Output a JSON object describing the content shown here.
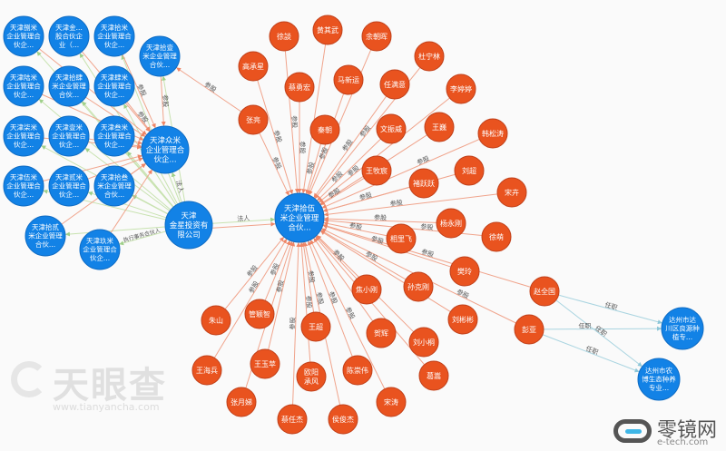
{
  "colors": {
    "person": "#e9531f",
    "person_stroke": "#c0401a",
    "company": "#1282e6",
    "company_stroke": "#0f6cc4",
    "edge_share": "#f0a48c",
    "edge_role": "#a9d4e0",
    "edge_legal": "#c8e2b0"
  },
  "watermark": {
    "brand": "天眼查",
    "url": "www.tianyancha.com"
  },
  "logo": {
    "name": "零镜网",
    "url": "e-tech.com"
  },
  "nodes": [
    {
      "id": "main",
      "type": "company",
      "lines": [
        "天津拾伍",
        "米企业管理",
        "合伙..."
      ]
    },
    {
      "id": "p1",
      "type": "person",
      "lines": [
        "徐談"
      ]
    },
    {
      "id": "p2",
      "type": "person",
      "lines": [
        "黄其武"
      ]
    },
    {
      "id": "p3",
      "type": "person",
      "lines": [
        "余朝晖"
      ]
    },
    {
      "id": "p4",
      "type": "person",
      "lines": [
        "高承星"
      ]
    },
    {
      "id": "p5",
      "type": "person",
      "lines": [
        "蔡勇宏"
      ]
    },
    {
      "id": "p6",
      "type": "person",
      "lines": [
        "马新运"
      ]
    },
    {
      "id": "p7",
      "type": "person",
      "lines": [
        "杜宁林"
      ]
    },
    {
      "id": "p8",
      "type": "person",
      "lines": [
        "任满意"
      ]
    },
    {
      "id": "p9",
      "type": "person",
      "lines": [
        "李婷婷"
      ]
    },
    {
      "id": "p10",
      "type": "person",
      "lines": [
        "张亮"
      ]
    },
    {
      "id": "p11",
      "type": "person",
      "lines": [
        "秦朝"
      ]
    },
    {
      "id": "p12",
      "type": "person",
      "lines": [
        "文振威"
      ]
    },
    {
      "id": "p13",
      "type": "person",
      "lines": [
        "王巍"
      ]
    },
    {
      "id": "p14",
      "type": "person",
      "lines": [
        "韩松涛"
      ]
    },
    {
      "id": "p15",
      "type": "person",
      "lines": [
        "王牧宸"
      ]
    },
    {
      "id": "p16",
      "type": "person",
      "lines": [
        "褚跃跃"
      ]
    },
    {
      "id": "p17",
      "type": "person",
      "lines": [
        "刘超"
      ]
    },
    {
      "id": "p18",
      "type": "person",
      "lines": [
        "宋卉"
      ]
    },
    {
      "id": "p19",
      "type": "person",
      "lines": [
        "杨永刚"
      ]
    },
    {
      "id": "p20",
      "type": "person",
      "lines": [
        "徐萌"
      ]
    },
    {
      "id": "p21",
      "type": "person",
      "lines": [
        "相里飞"
      ]
    },
    {
      "id": "p22",
      "type": "person",
      "lines": [
        "樊玲"
      ]
    },
    {
      "id": "p23",
      "type": "person",
      "lines": [
        "赵全国"
      ]
    },
    {
      "id": "p24",
      "type": "person",
      "lines": [
        "孙克刚"
      ]
    },
    {
      "id": "p25",
      "type": "person",
      "lines": [
        "焦小刚"
      ]
    },
    {
      "id": "p26",
      "type": "person",
      "lines": [
        "刘彬彬"
      ]
    },
    {
      "id": "p27",
      "type": "person",
      "lines": [
        "彭亚"
      ]
    },
    {
      "id": "p28",
      "type": "person",
      "lines": [
        "朱山"
      ]
    },
    {
      "id": "p29",
      "type": "person",
      "lines": [
        "管颖智"
      ]
    },
    {
      "id": "p30",
      "type": "person",
      "lines": [
        "王超"
      ]
    },
    {
      "id": "p31",
      "type": "person",
      "lines": [
        "贺辉"
      ]
    },
    {
      "id": "p32",
      "type": "person",
      "lines": [
        "刘小桐"
      ]
    },
    {
      "id": "p33",
      "type": "person",
      "lines": [
        "王海兵"
      ]
    },
    {
      "id": "p34",
      "type": "person",
      "lines": [
        "王玉苹"
      ]
    },
    {
      "id": "p35",
      "type": "person",
      "lines": [
        "欧阳",
        "承风"
      ]
    },
    {
      "id": "p36",
      "type": "person",
      "lines": [
        "陈崇伟"
      ]
    },
    {
      "id": "p37",
      "type": "person",
      "lines": [
        "葛嵩"
      ]
    },
    {
      "id": "p38",
      "type": "person",
      "lines": [
        "张月娣"
      ]
    },
    {
      "id": "p39",
      "type": "person",
      "lines": [
        "蔡任杰"
      ]
    },
    {
      "id": "p40",
      "type": "person",
      "lines": [
        "侯俊杰"
      ]
    },
    {
      "id": "p41",
      "type": "person",
      "lines": [
        "宋涛"
      ]
    },
    {
      "id": "d1",
      "type": "company",
      "lines": [
        "达州市达",
        "川区良源种",
        "植专..."
      ]
    },
    {
      "id": "d2",
      "type": "company",
      "lines": [
        "达州市农",
        "博生态种养",
        "专业..."
      ]
    },
    {
      "id": "jx",
      "type": "company",
      "lines": [
        "天津",
        "金星投资有",
        "限公司"
      ]
    },
    {
      "id": "zm",
      "type": "company",
      "lines": [
        "天津众米",
        "企业管理合",
        "伙企..."
      ]
    },
    {
      "id": "c1",
      "type": "company",
      "lines": [
        "天津捌米",
        "企业管理合",
        "伙企..."
      ]
    },
    {
      "id": "c2",
      "type": "company",
      "lines": [
        "天津金...",
        "股合伙企",
        "业（..."
      ]
    },
    {
      "id": "c3",
      "type": "company",
      "lines": [
        "天津拾米",
        "企业管理合",
        "伙企..."
      ]
    },
    {
      "id": "c4",
      "type": "company",
      "lines": [
        "天津拾壹",
        "米企业管理",
        "合伙..."
      ]
    },
    {
      "id": "c5",
      "type": "company",
      "lines": [
        "天津陆米",
        "企业管理合",
        "伙企..."
      ]
    },
    {
      "id": "c6",
      "type": "company",
      "lines": [
        "天津拾肆",
        "米企业管理",
        "合伙..."
      ]
    },
    {
      "id": "c7",
      "type": "company",
      "lines": [
        "天津肆米",
        "企业管理合",
        "伙企..."
      ]
    },
    {
      "id": "c8",
      "type": "company",
      "lines": [
        "天津柒米",
        "企业管理合",
        "伙企..."
      ]
    },
    {
      "id": "c9",
      "type": "company",
      "lines": [
        "天津壹米",
        "企业管理合",
        "伙企..."
      ]
    },
    {
      "id": "c10",
      "type": "company",
      "lines": [
        "天津叁米",
        "企业管理合",
        "伙企..."
      ]
    },
    {
      "id": "c11",
      "type": "company",
      "lines": [
        "天津伍米",
        "企业管理合",
        "伙企..."
      ]
    },
    {
      "id": "c12",
      "type": "company",
      "lines": [
        "天津贰米",
        "企业管理合",
        "伙企..."
      ]
    },
    {
      "id": "c13",
      "type": "company",
      "lines": [
        "天津拾叁",
        "米企业管理",
        "合伙..."
      ]
    },
    {
      "id": "c14",
      "type": "company",
      "lines": [
        "天津拾贰",
        "米企业管理",
        "合伙..."
      ]
    },
    {
      "id": "c15",
      "type": "company",
      "lines": [
        "天津玖米",
        "企业管理合",
        "伙企..."
      ]
    }
  ],
  "edge_labels": {
    "share": "参股",
    "legal": "法人",
    "role": "任职",
    "partner": "执行事务合伙人"
  },
  "edges": [
    {
      "from": "jx",
      "to": "main",
      "kind": "legal"
    },
    {
      "from": "jx",
      "to": "main",
      "kind": "share"
    },
    {
      "from": "p10",
      "to": "c4",
      "kind": "share"
    },
    {
      "from": "p23",
      "to": "d1",
      "kind": "role"
    },
    {
      "from": "p23",
      "to": "d2",
      "kind": "role"
    },
    {
      "from": "p27",
      "to": "d1",
      "kind": "role"
    },
    {
      "from": "p27",
      "to": "d2",
      "kind": "role"
    }
  ]
}
